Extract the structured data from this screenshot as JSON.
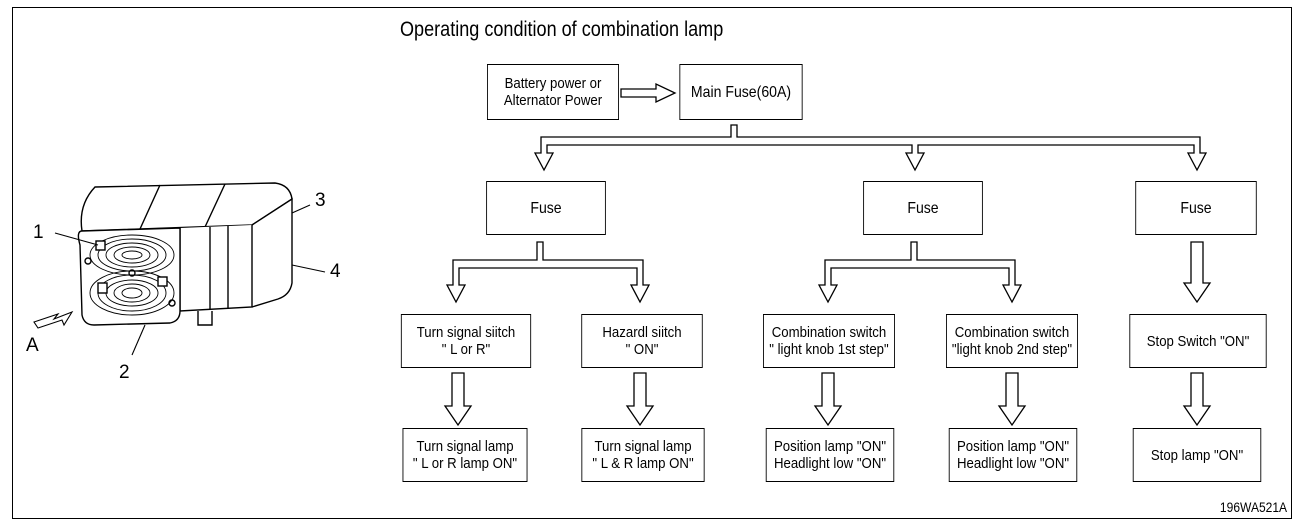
{
  "title": "Operating condition of combination lamp",
  "figure_code": "196WA521A",
  "lamp_callouts": {
    "c1": "1",
    "c2": "2",
    "c3": "3",
    "c4": "4",
    "direction": "A"
  },
  "source": {
    "line1": "Battery power or",
    "line2": "Alternator Power"
  },
  "main_fuse": "Main Fuse(60A)",
  "fuses": [
    "Fuse",
    "Fuse",
    "Fuse"
  ],
  "switches": [
    {
      "line1": "Turn signal siitch",
      "line2": "\" L or R\""
    },
    {
      "line1": "Hazardl siitch",
      "line2": "\" ON\""
    },
    {
      "line1": "Combination switch",
      "line2": "\" light knob 1st step\""
    },
    {
      "line1": "Combination switch",
      "line2": "\"light knob 2nd step\""
    },
    {
      "line1": "Stop Switch \"ON\"",
      "line2": ""
    }
  ],
  "results": [
    {
      "line1": "Turn signal lamp",
      "line2": "\" L or R lamp ON\""
    },
    {
      "line1": "Turn signal lamp",
      "line2": "\" L & R lamp ON\""
    },
    {
      "line1": "Position lamp \"ON\"",
      "line2": "Headlight low \"ON\""
    },
    {
      "line1": "Position lamp \"ON\"",
      "line2": "Headlight low \"ON\""
    },
    {
      "line1": "Stop lamp \"ON\"",
      "line2": ""
    }
  ]
}
